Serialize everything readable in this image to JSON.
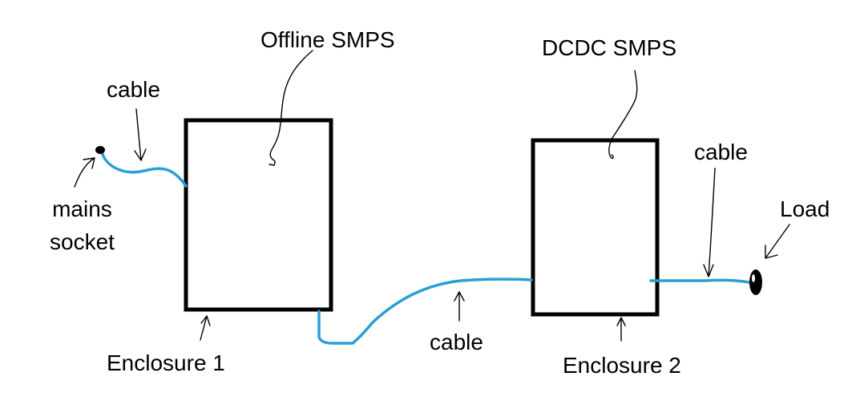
{
  "labels": {
    "offline_smps": "Offline SMPS",
    "dcdc_smps": "DCDC SMPS",
    "cable_1": "cable",
    "cable_2": "cable",
    "cable_3": "cable",
    "mains": "mains",
    "socket": "socket",
    "load": "Load",
    "enclosure_1": "Enclosure 1",
    "enclosure_2": "Enclosure 2"
  },
  "colors": {
    "cable": "#2a9fd6",
    "outline": "#000000"
  }
}
